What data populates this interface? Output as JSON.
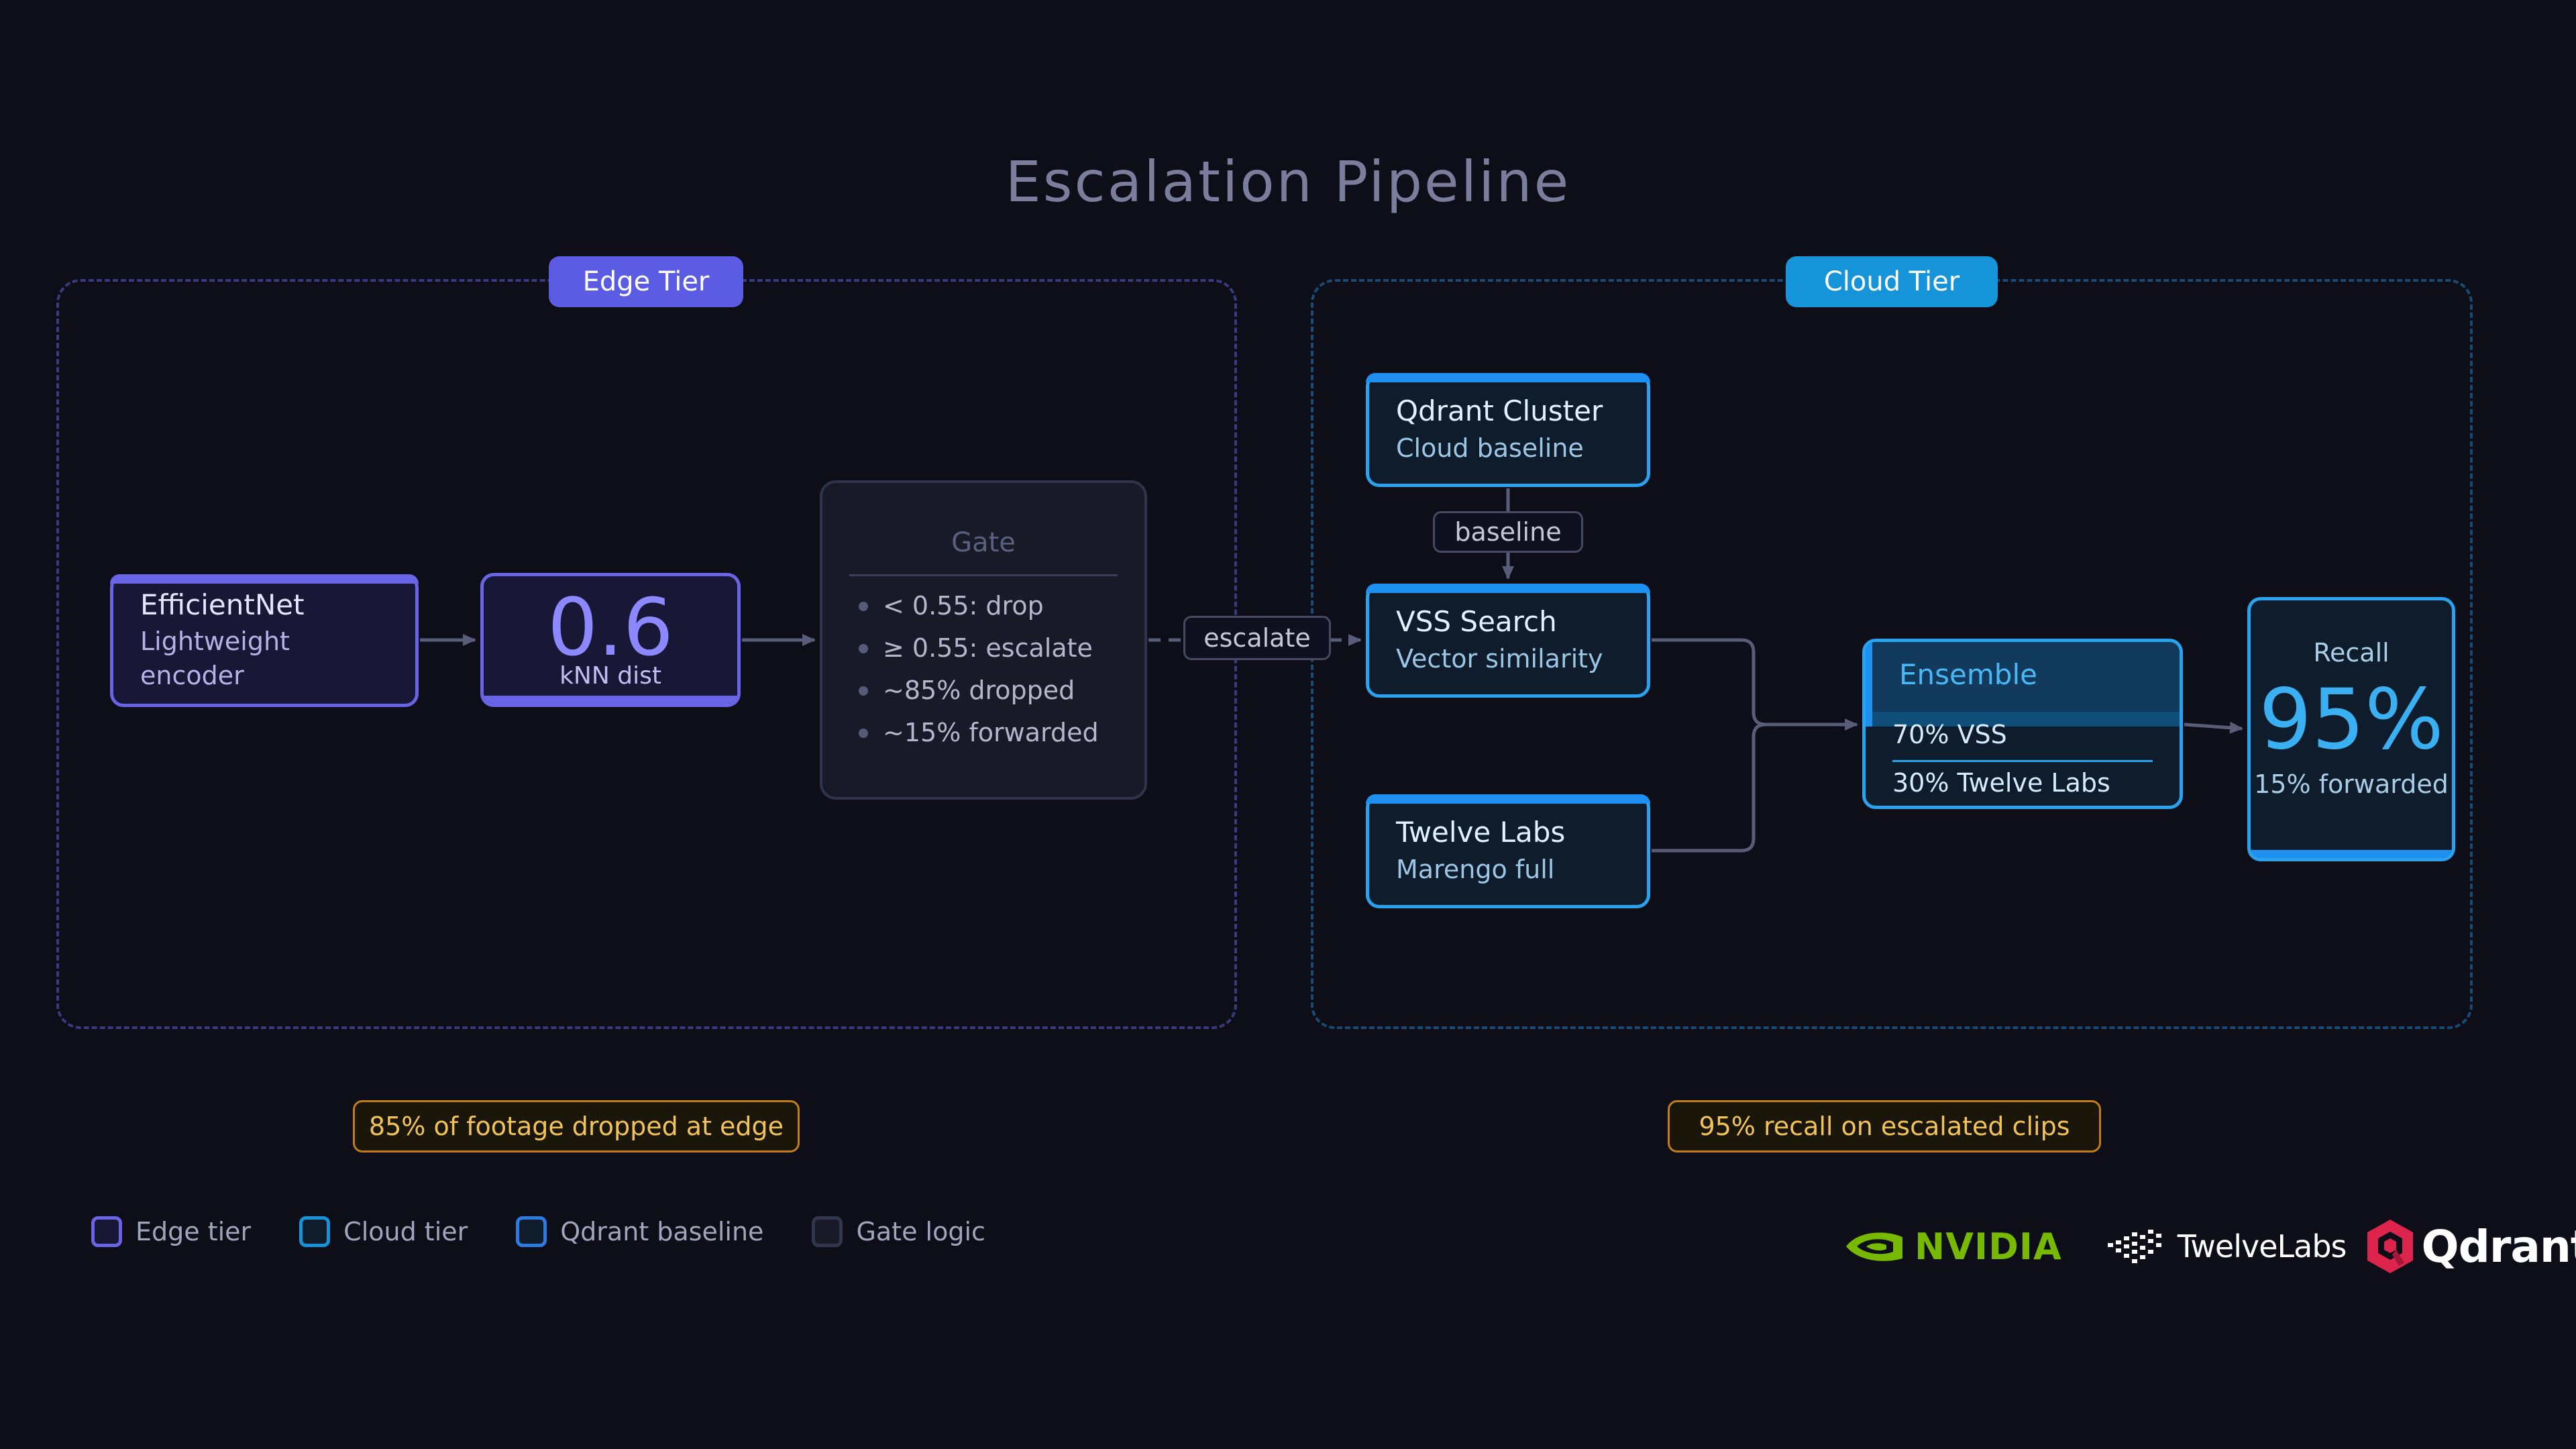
{
  "title": "Escalation Pipeline",
  "tiers": {
    "edge": "Edge Tier",
    "cloud": "Cloud Tier"
  },
  "edge": {
    "encoder": {
      "title": "EfficientNet",
      "subtitle": "Lightweight encoder"
    },
    "knn": {
      "value": "0.6",
      "label": "kNN dist"
    },
    "gate": {
      "title": "Gate",
      "rules": [
        "< 0.55: drop",
        "≥ 0.55: escalate",
        "~85% dropped",
        "~15% forwarded"
      ]
    }
  },
  "connector_labels": {
    "escalate": "escalate",
    "baseline": "baseline"
  },
  "cloud": {
    "qdrant_cluster": {
      "title": "Qdrant Cluster",
      "subtitle": "Cloud baseline"
    },
    "vss_search": {
      "title": "VSS Search",
      "subtitle": "Vector similarity"
    },
    "twelve_labs": {
      "title": "Twelve Labs",
      "subtitle": "Marengo full"
    },
    "ensemble": {
      "title": "Ensemble",
      "rows": [
        "70% VSS",
        "30% Twelve Labs"
      ]
    },
    "recall": {
      "label": "Recall",
      "value": "95%",
      "sub": "15% forwarded"
    }
  },
  "callouts": {
    "edge": "85% of footage dropped at edge",
    "cloud": "95% recall on escalated clips"
  },
  "legend": [
    {
      "label": "Edge tier",
      "color": "#6a64e6"
    },
    {
      "label": "Cloud tier",
      "color": "#1694d9"
    },
    {
      "label": "Qdrant baseline",
      "color": "#2d7be0"
    },
    {
      "label": "Gate logic",
      "color": "#33364c"
    }
  ],
  "logos": {
    "nvidia": "NVIDIA",
    "twelvelabs": "TwelveLabs",
    "qdrant": "Qdrant"
  },
  "colors": {
    "background": "#0d0e18",
    "edge_accent": "#6a64e6",
    "cloud_accent": "#1e90f0",
    "callout": "#f1c35a",
    "connector": "#5a5d7a"
  }
}
